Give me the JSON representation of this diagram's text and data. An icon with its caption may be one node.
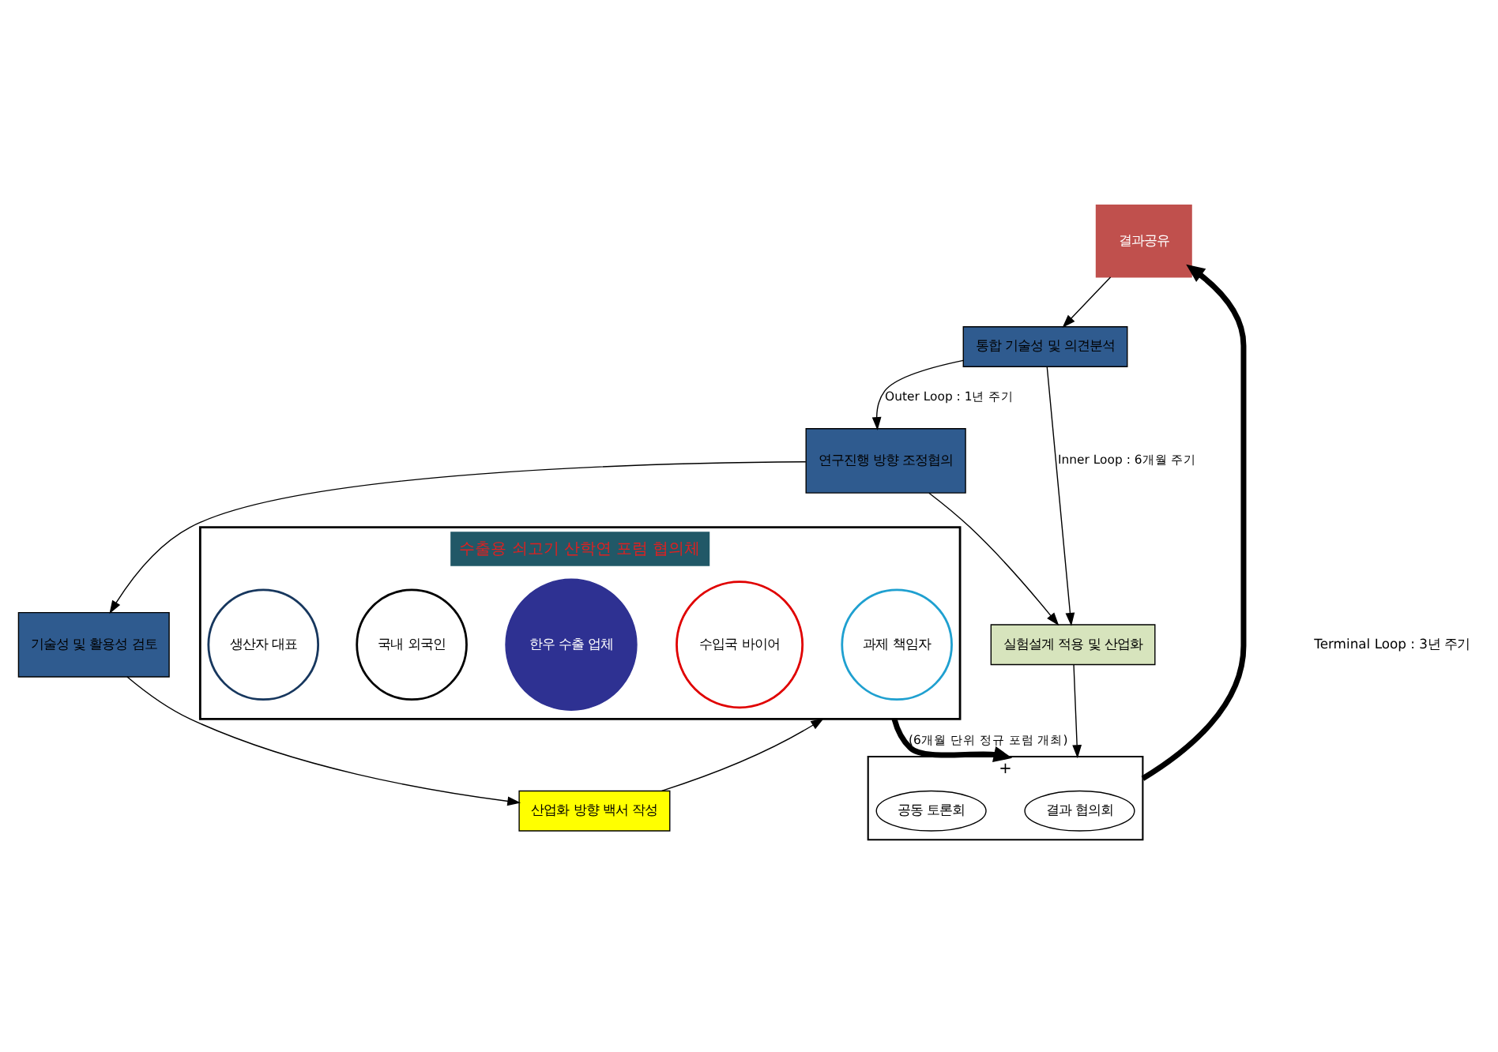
{
  "diagram": {
    "nodes": [
      {
        "text": [
          "기술성 및 활용성 검토"
        ]
      },
      {
        "text": [
          "연구진행 방향 조정협의"
        ]
      },
      {
        "text": [
          "산업화 방향 백서 작성"
        ]
      },
      {
        "text": [
          "실험설계 적용 및 산업화"
        ]
      },
      {
        "text": [
          "통합 기술성 및 의견분석"
        ]
      },
      {
        "text": [
          "+"
        ]
      },
      {
        "text": [
          "결과 협의회"
        ],
        "in": 5
      },
      {
        "text": [
          "공동 토론회"
        ],
        "in": 5
      },
      {
        "text": [
          "결과공유"
        ]
      },
      {
        "text": [
          "수출용 쇠고기 산학연 포럼 협의체"
        ]
      },
      {
        "text": [
          "과제 책임자"
        ],
        "in": 9
      },
      {
        "text": [
          "수입국 바이어"
        ],
        "in": 9
      },
      {
        "text": [
          "한우 수출 업체"
        ],
        "in": 9
      },
      {
        "text": [
          "국내 외국인"
        ],
        "in": 9
      },
      {
        "text": [
          "생산자 대표"
        ],
        "in": 9
      }
    ],
    "edges": [
      {
        "from": 1,
        "to": 0,
        "arrow": "to"
      },
      {
        "from": 0,
        "to": 2,
        "arrow": "to"
      },
      {
        "from": 2,
        "to": 9,
        "arrow": "to"
      },
      {
        "from": 1,
        "to": 3,
        "arrow": "to"
      },
      {
        "from": 4,
        "to": 1,
        "arrow": "to",
        "label": "Outer Loop : 1년 주기"
      },
      {
        "from": 4,
        "to": 3,
        "arrow": "to",
        "label": "Inner Loop : 6개월 주기"
      },
      {
        "from": 3,
        "to": 5,
        "arrow": "to"
      },
      {
        "from": 5,
        "to": 8,
        "arrow": "to",
        "style": "thick"
      },
      {
        "from": 8,
        "to": 4,
        "arrow": "to"
      },
      {
        "from": 9,
        "to": 5,
        "arrow": "to",
        "style": "thick",
        "label": "(6개월 단위 정규 포럼 개최)"
      }
    ],
    "labels": [
      "Terminal Loop : 3년 주기"
    ]
  }
}
